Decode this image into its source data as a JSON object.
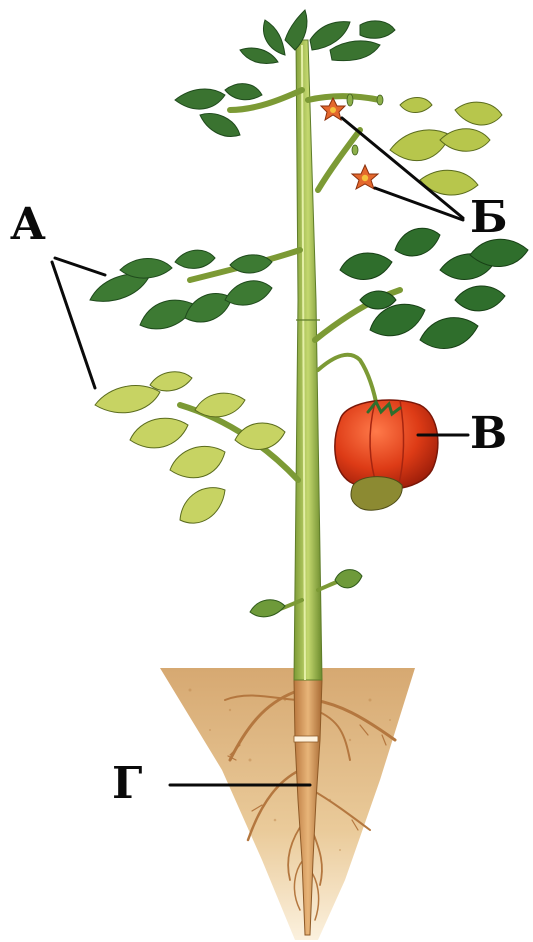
{
  "labels": {
    "a": "А",
    "b": "Б",
    "v": "В",
    "g": "Г"
  },
  "colors": {
    "background": "#ffffff",
    "soil_top": "#d9ac6e",
    "soil_bottom": "#f5e2c2",
    "stem": "#a7c455",
    "stem_dark": "#5f7d2a",
    "leaf_dark": "#2f6e2c",
    "leaf_light": "#b9c94e",
    "flower": "#e0632b",
    "fruit": "#dd3b16",
    "fruit_unripe": "#8c8a32",
    "root": "#cf9156",
    "line": "#0a0a0a"
  }
}
